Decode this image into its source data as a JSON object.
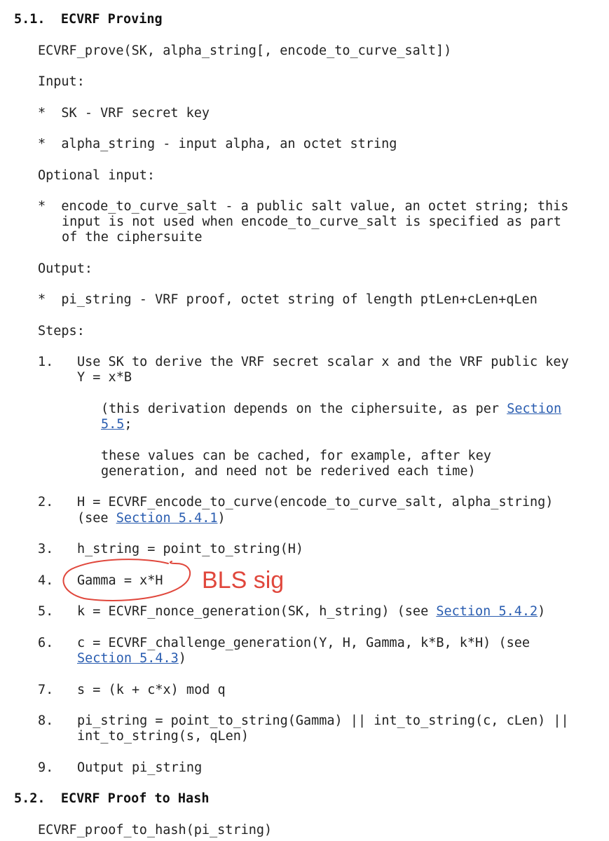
{
  "section1": {
    "number": "5.1.",
    "title": "ECVRF Proving",
    "signature": "ECVRF_prove(SK, alpha_string[, encode_to_curve_salt])",
    "input_label": "Input:",
    "inputs": [
      "SK - VRF secret key",
      "alpha_string - input alpha, an octet string"
    ],
    "optional_label": "Optional input:",
    "optional_lines": [
      "encode_to_curve_salt - a public salt value, an octet string; this",
      "input is not used when encode_to_curve_salt is specified as part",
      "of the ciphersuite"
    ],
    "output_label": "Output:",
    "output": "pi_string - VRF proof, octet string of length ptLen+cLen+qLen",
    "steps_label": "Steps:",
    "bullet": "*",
    "steps": {
      "s1": {
        "num": "1.",
        "line1": "Use SK to derive the VRF secret scalar x and the VRF public key",
        "line2": "Y = x*B",
        "note_a_prefix": "(this derivation depends on the ciphersuite, as per ",
        "note_a_link1": "Section",
        "note_a_link2": "5.5",
        "note_a_suffix": ";",
        "note_b1": "these values can be cached, for example, after key",
        "note_b2": "generation, and need not be rederived each time)"
      },
      "s2": {
        "num": "2.",
        "line1": "H = ECVRF_encode_to_curve(encode_to_curve_salt, alpha_string)",
        "line2_prefix": "(see ",
        "line2_link": "Section 5.4.1",
        "line2_suffix": ")"
      },
      "s3": {
        "num": "3.",
        "text": "h_string = point_to_string(H)"
      },
      "s4": {
        "num": "4.",
        "text": "Gamma = x*H"
      },
      "s5": {
        "num": "5.",
        "prefix": "k = ECVRF_nonce_generation(SK, h_string) (see ",
        "link": "Section 5.4.2",
        "suffix": ")"
      },
      "s6": {
        "num": "6.",
        "line1": "c = ECVRF_challenge_generation(Y, H, Gamma, k*B, k*H) (see",
        "line2_link": "Section 5.4.3",
        "line2_suffix": ")"
      },
      "s7": {
        "num": "7.",
        "text": "s = (k + c*x) mod q"
      },
      "s8": {
        "num": "8.",
        "line1": "pi_string = point_to_string(Gamma) || int_to_string(c, cLen) ||",
        "line2": "int_to_string(s, qLen)"
      },
      "s9": {
        "num": "9.",
        "text": "Output pi_string"
      }
    }
  },
  "section2": {
    "number": "5.2.",
    "title": "ECVRF Proof to Hash",
    "signature": "ECVRF_proof_to_hash(pi_string)"
  },
  "annotation": {
    "text": "BLS sig",
    "color": "#e0473c"
  }
}
